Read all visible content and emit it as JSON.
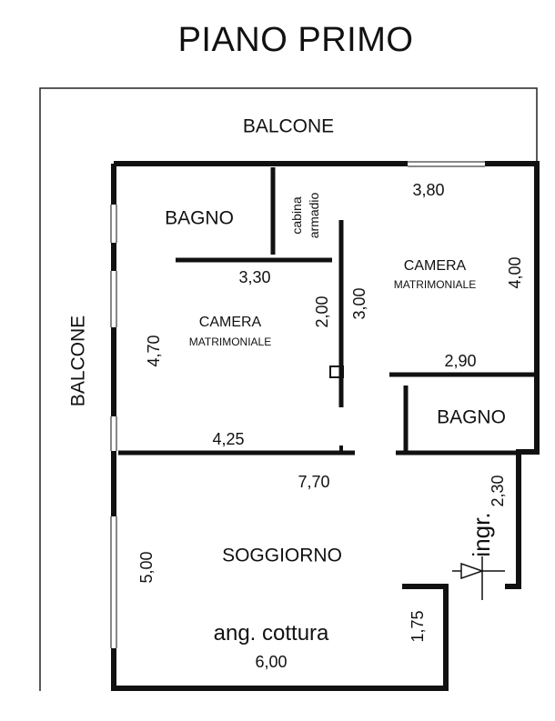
{
  "title": "PIANO PRIMO",
  "labels": {
    "balcone_top": "BALCONE",
    "balcone_left": "BALCONE",
    "bagno_1": "BAGNO",
    "bagno_2": "BAGNO",
    "cabina": "cabina",
    "armadio": "armadio",
    "camera_left": "CAMERA",
    "matrimoniale_left": "MATRIMONIALE",
    "camera_right": "CAMERA",
    "matrimoniale_right": "MATRIMONIALE",
    "soggiorno": "SOGGIORNO",
    "cottura": "ang. cottura",
    "ingresso": "ingr."
  },
  "dimensions": {
    "d_3_80": "3,80",
    "d_4_00": "4,00",
    "d_3_30": "3,30",
    "d_2_00": "2,00",
    "d_3_00": "3,00",
    "d_4_70": "4,70",
    "d_2_90": "2,90",
    "d_4_25": "4,25",
    "d_7_70": "7,70",
    "d_2_30": "2,30",
    "d_5_00": "5,00",
    "d_1_75": "1,75",
    "d_6_00": "6,00"
  }
}
